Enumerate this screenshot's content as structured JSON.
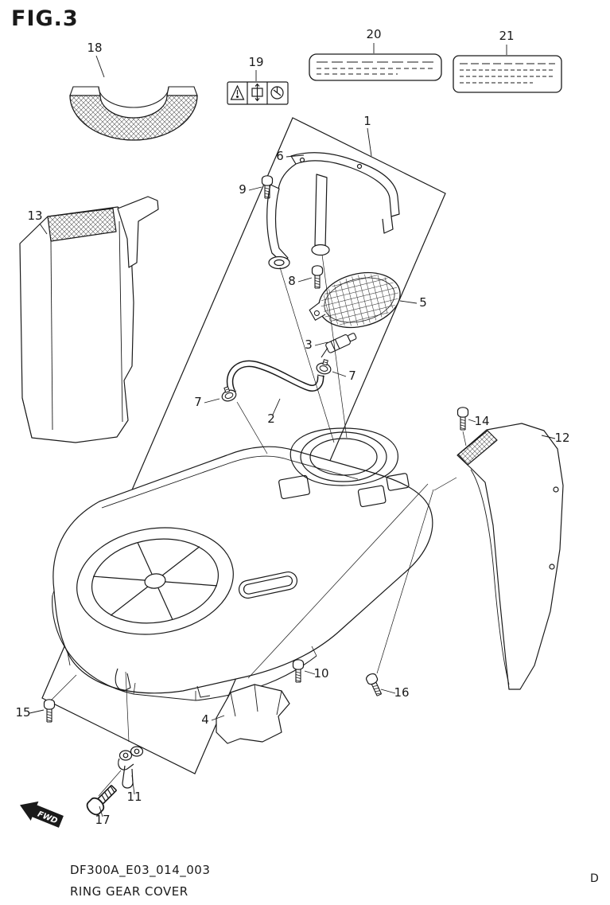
{
  "figure": {
    "title": "FIG.3",
    "code": "DF300A_E03_014_003",
    "name": "RING GEAR COVER",
    "page_letter": "D",
    "fwd_label": "FWD"
  },
  "callouts": [
    "1",
    "2",
    "3",
    "4",
    "5",
    "6",
    "7",
    "8",
    "9",
    "10",
    "11",
    "12",
    "13",
    "14",
    "15",
    "16",
    "17",
    "18",
    "19",
    "20",
    "21"
  ],
  "colors": {
    "line": "#1a1a1a",
    "background": "#ffffff"
  }
}
